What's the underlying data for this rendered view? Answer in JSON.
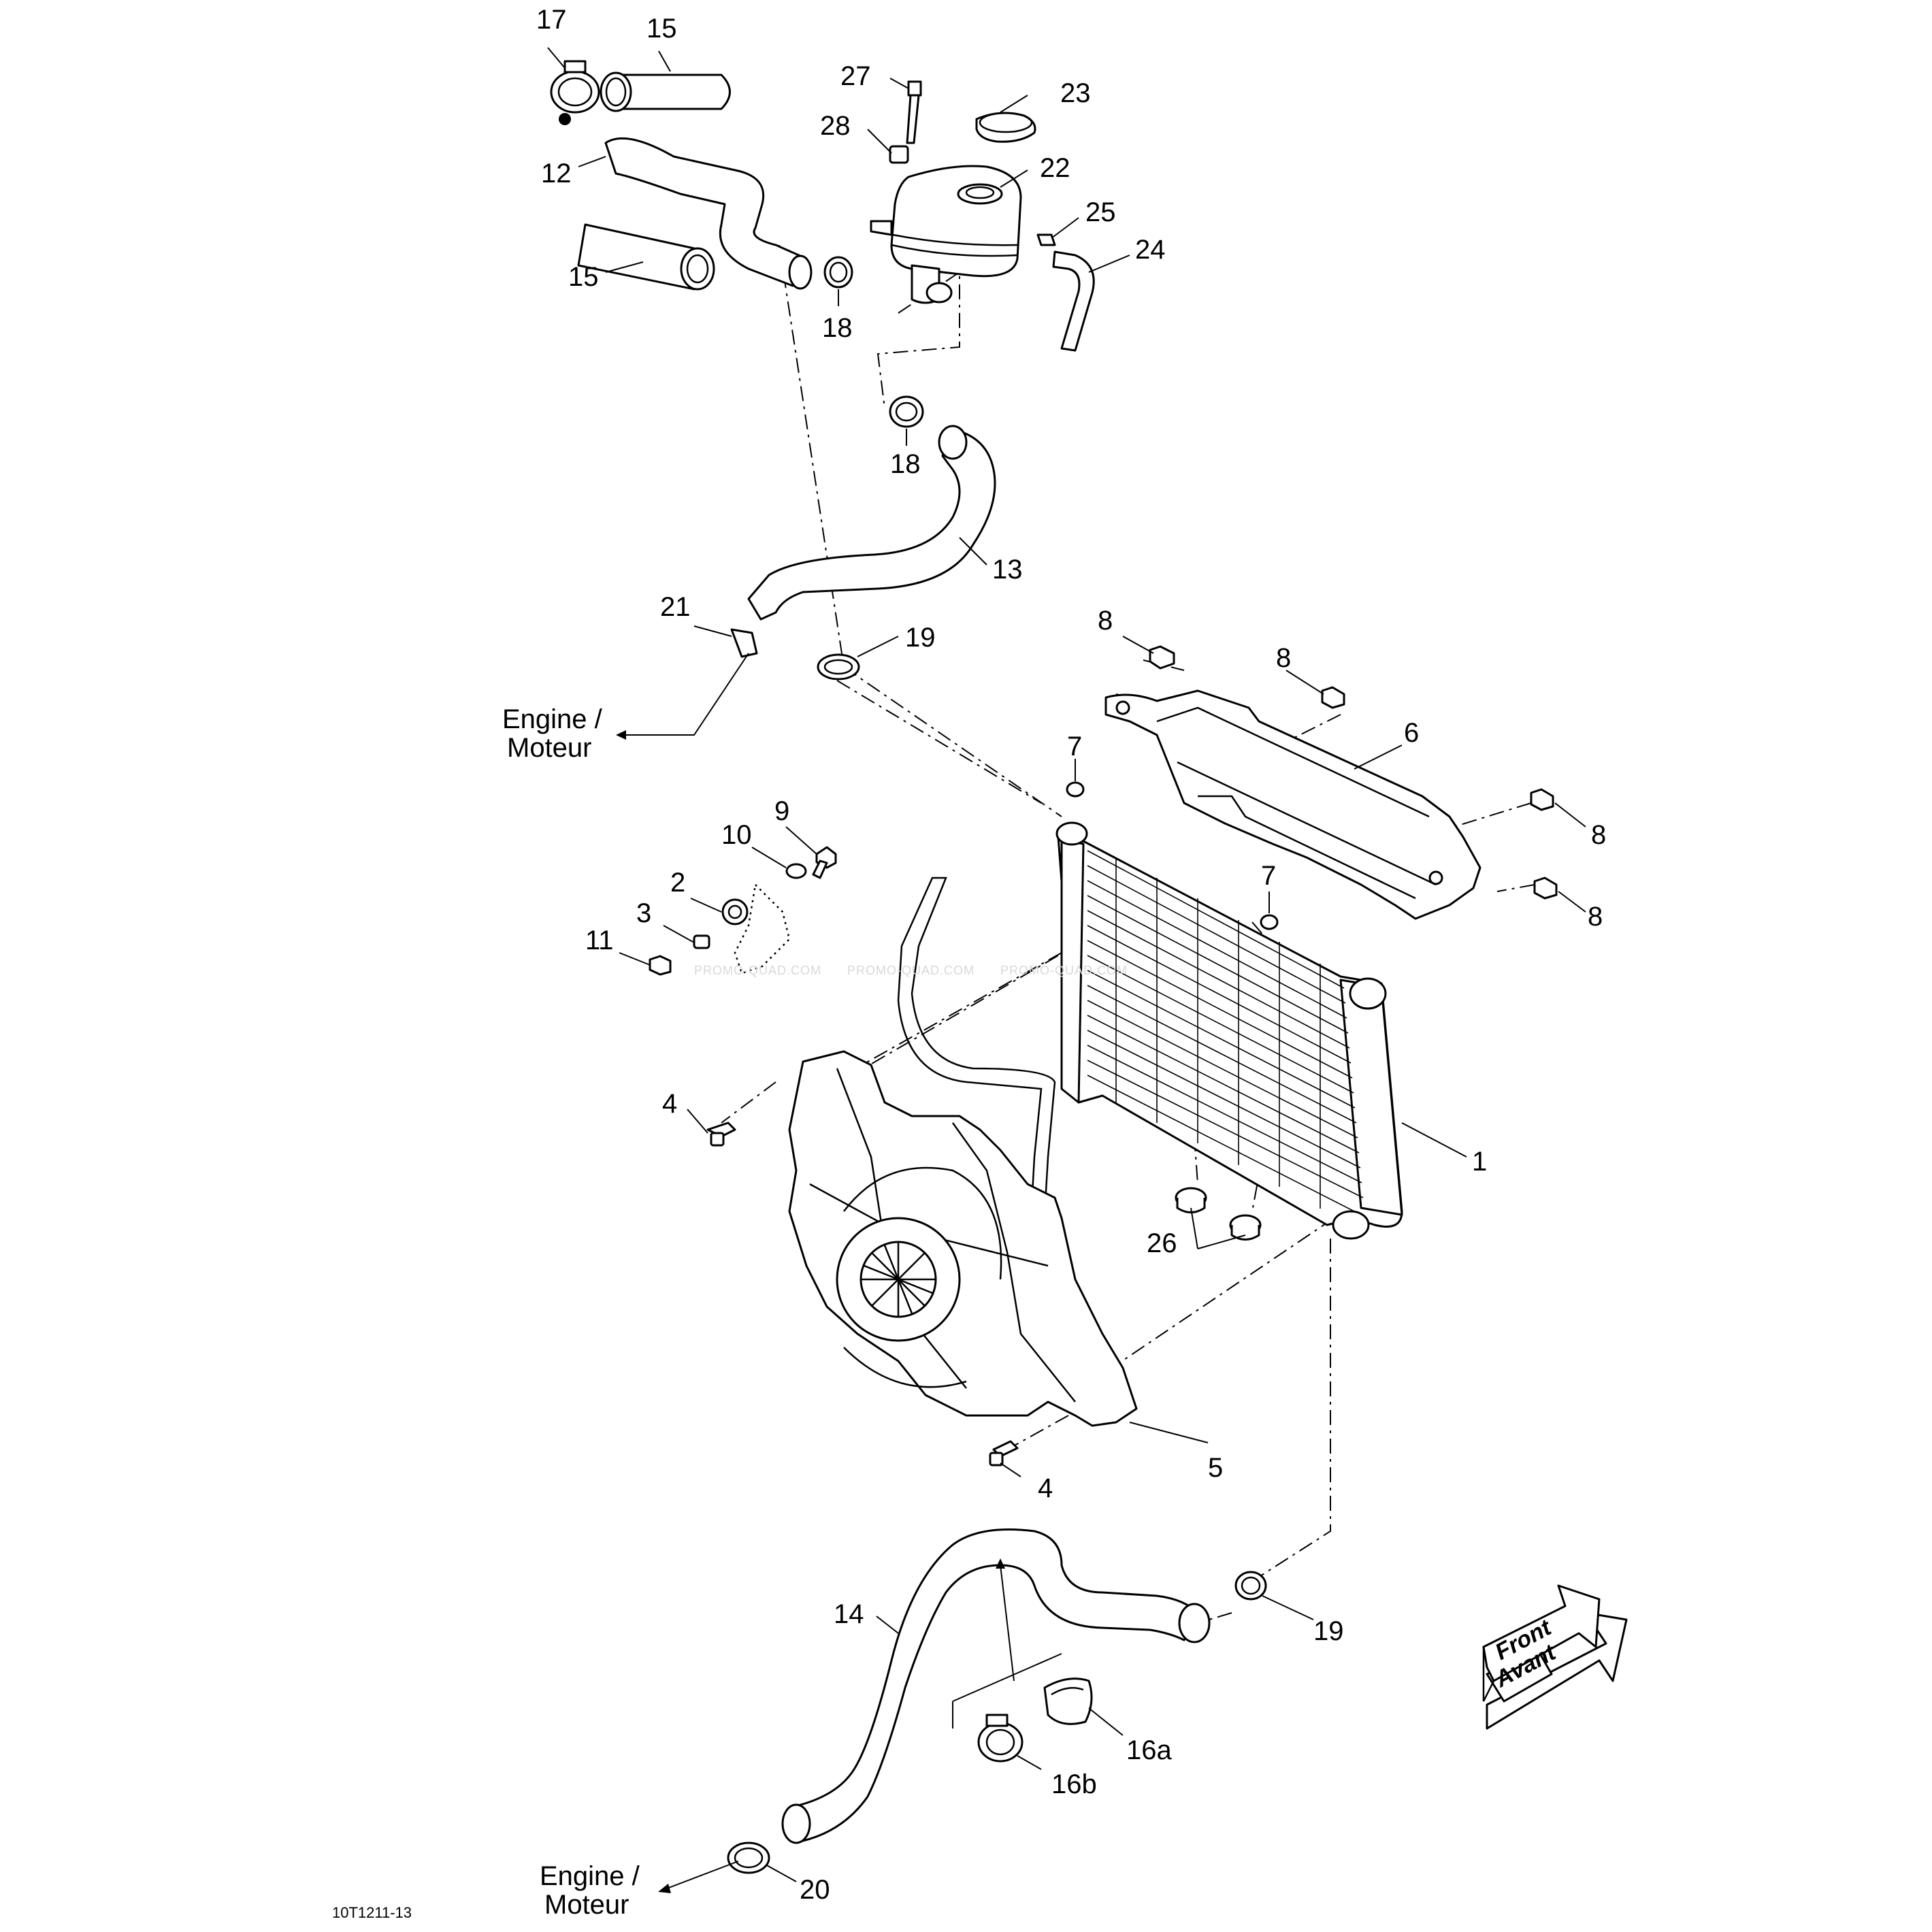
{
  "callouts": {
    "c1": "1",
    "c2": "2",
    "c3": "3",
    "c4a": "4",
    "c4b": "4",
    "c5": "5",
    "c6": "6",
    "c7a": "7",
    "c7b": "7",
    "c8a": "8",
    "c8b": "8",
    "c8c": "8",
    "c8d": "8",
    "c9": "9",
    "c10": "10",
    "c11": "11",
    "c12": "12",
    "c13": "13",
    "c14": "14",
    "c15a": "15",
    "c15b": "15",
    "c16a": "16a",
    "c16b": "16b",
    "c17": "17",
    "c18a": "18",
    "c18b": "18",
    "c19a": "19",
    "c19b": "19",
    "c20": "20",
    "c21": "21",
    "c22": "22",
    "c23": "23",
    "c24": "24",
    "c25": "25",
    "c26": "26",
    "c27": "27",
    "c28": "28"
  },
  "engine_labels": {
    "top_line1": "Engine /",
    "top_line2": "Moteur",
    "bottom_line1": "Engine /",
    "bottom_line2": "Moteur"
  },
  "direction": {
    "line1": "Front",
    "line2": "Avant"
  },
  "watermark": [
    "PROMO-QUAD.COM",
    "PROMO-QUAD.COM",
    "PROMO-QUAD.COM"
  ],
  "drawing_code": "10T1211-13"
}
